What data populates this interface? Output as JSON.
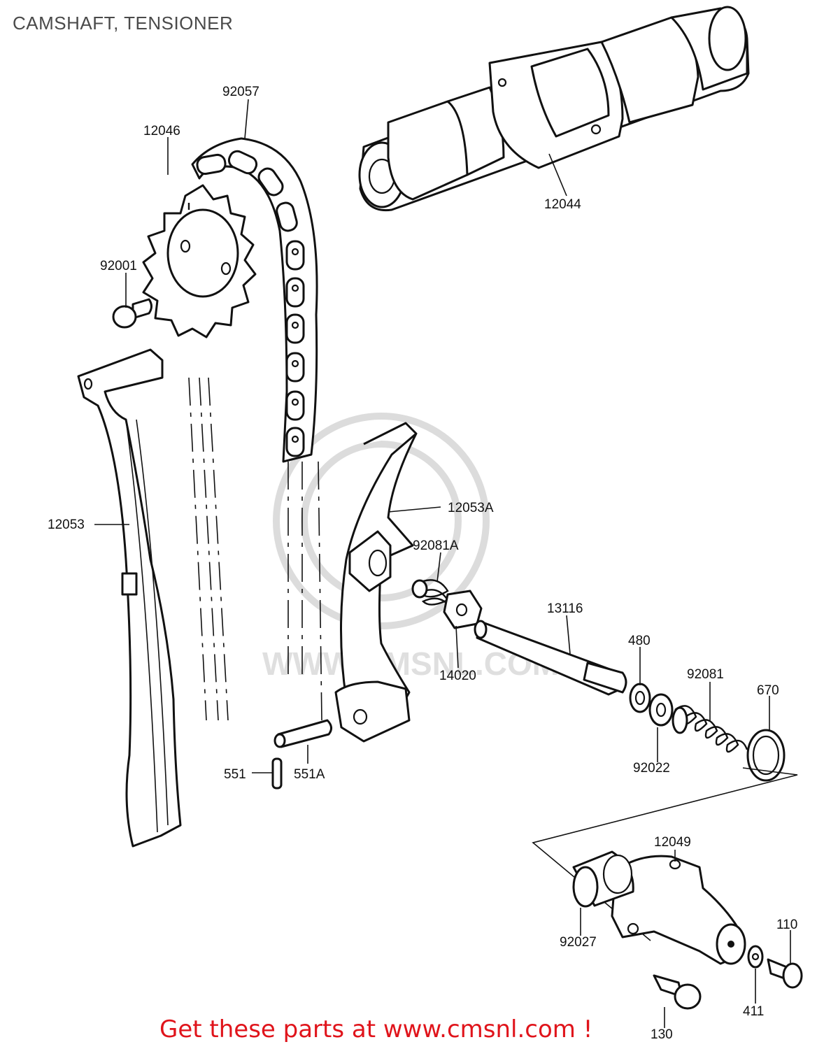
{
  "title": "CAMSHAFT, TENSIONER",
  "footer_link_text": "Get these parts at www.cmsnl.com !",
  "watermark_text": "WWW.CMSNL.COM",
  "callouts": {
    "p92057": "92057",
    "p12046": "12046",
    "p12044": "12044",
    "p92001": "92001",
    "p12053": "12053",
    "p12053A": "12053A",
    "p92081A": "92081A",
    "p13116": "13116",
    "p14020": "14020",
    "p480": "480",
    "p92081": "92081",
    "p670": "670",
    "p92022": "92022",
    "p551": "551",
    "p551A": "551A",
    "p12049": "12049",
    "p92027": "92027",
    "p110": "110",
    "p411": "411",
    "p130": "130"
  },
  "colors": {
    "line": "#111111",
    "link": "#e0141b",
    "title": "#4a4a4a",
    "watermark": "#d9d9d9"
  }
}
